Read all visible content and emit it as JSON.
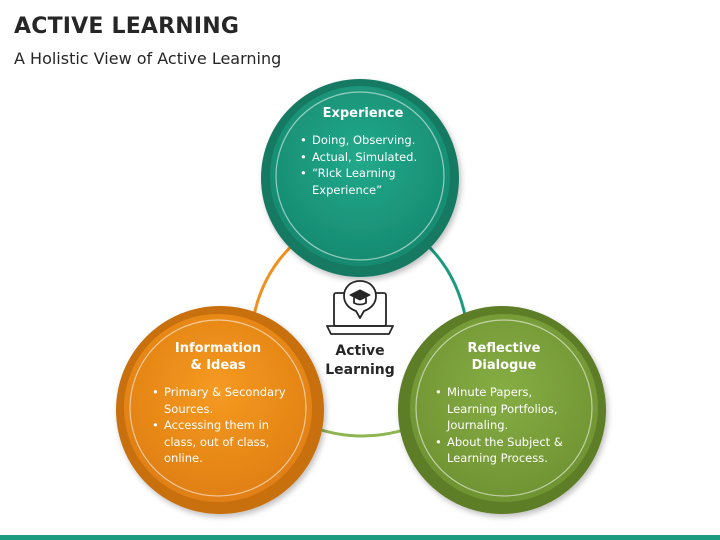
{
  "header": {
    "title": "ACTIVE LEARNING",
    "subtitle": "A Holistic View of Active Learning"
  },
  "center": {
    "label_line1": "Active",
    "label_line2": "Learning",
    "icon": "laptop-graduation-cap-icon"
  },
  "circles": [
    {
      "title_line1": "Experience",
      "title_line2": "",
      "bullets": [
        "Doing, Observing.",
        "Actual, Simulated.",
        "“RIck Learning Experience”"
      ],
      "color": "#1a9b7f"
    },
    {
      "title_line1": "Information",
      "title_line2": "& Ideas",
      "bullets": [
        "Primary & Secondary Sources.",
        "Accessing them in class, out of class, online."
      ],
      "color": "#f0901e"
    },
    {
      "title_line1": "Reflective",
      "title_line2": "Dialogue",
      "bullets": [
        "Minute Papers, Learning Portfolios, Journaling.",
        "About the Subject & Learning Process."
      ],
      "color": "#7ea33c"
    }
  ],
  "colors": {
    "teal": "#1a9b7f",
    "orange": "#f0901e",
    "green": "#7ea33c",
    "text_dark": "#262626"
  }
}
